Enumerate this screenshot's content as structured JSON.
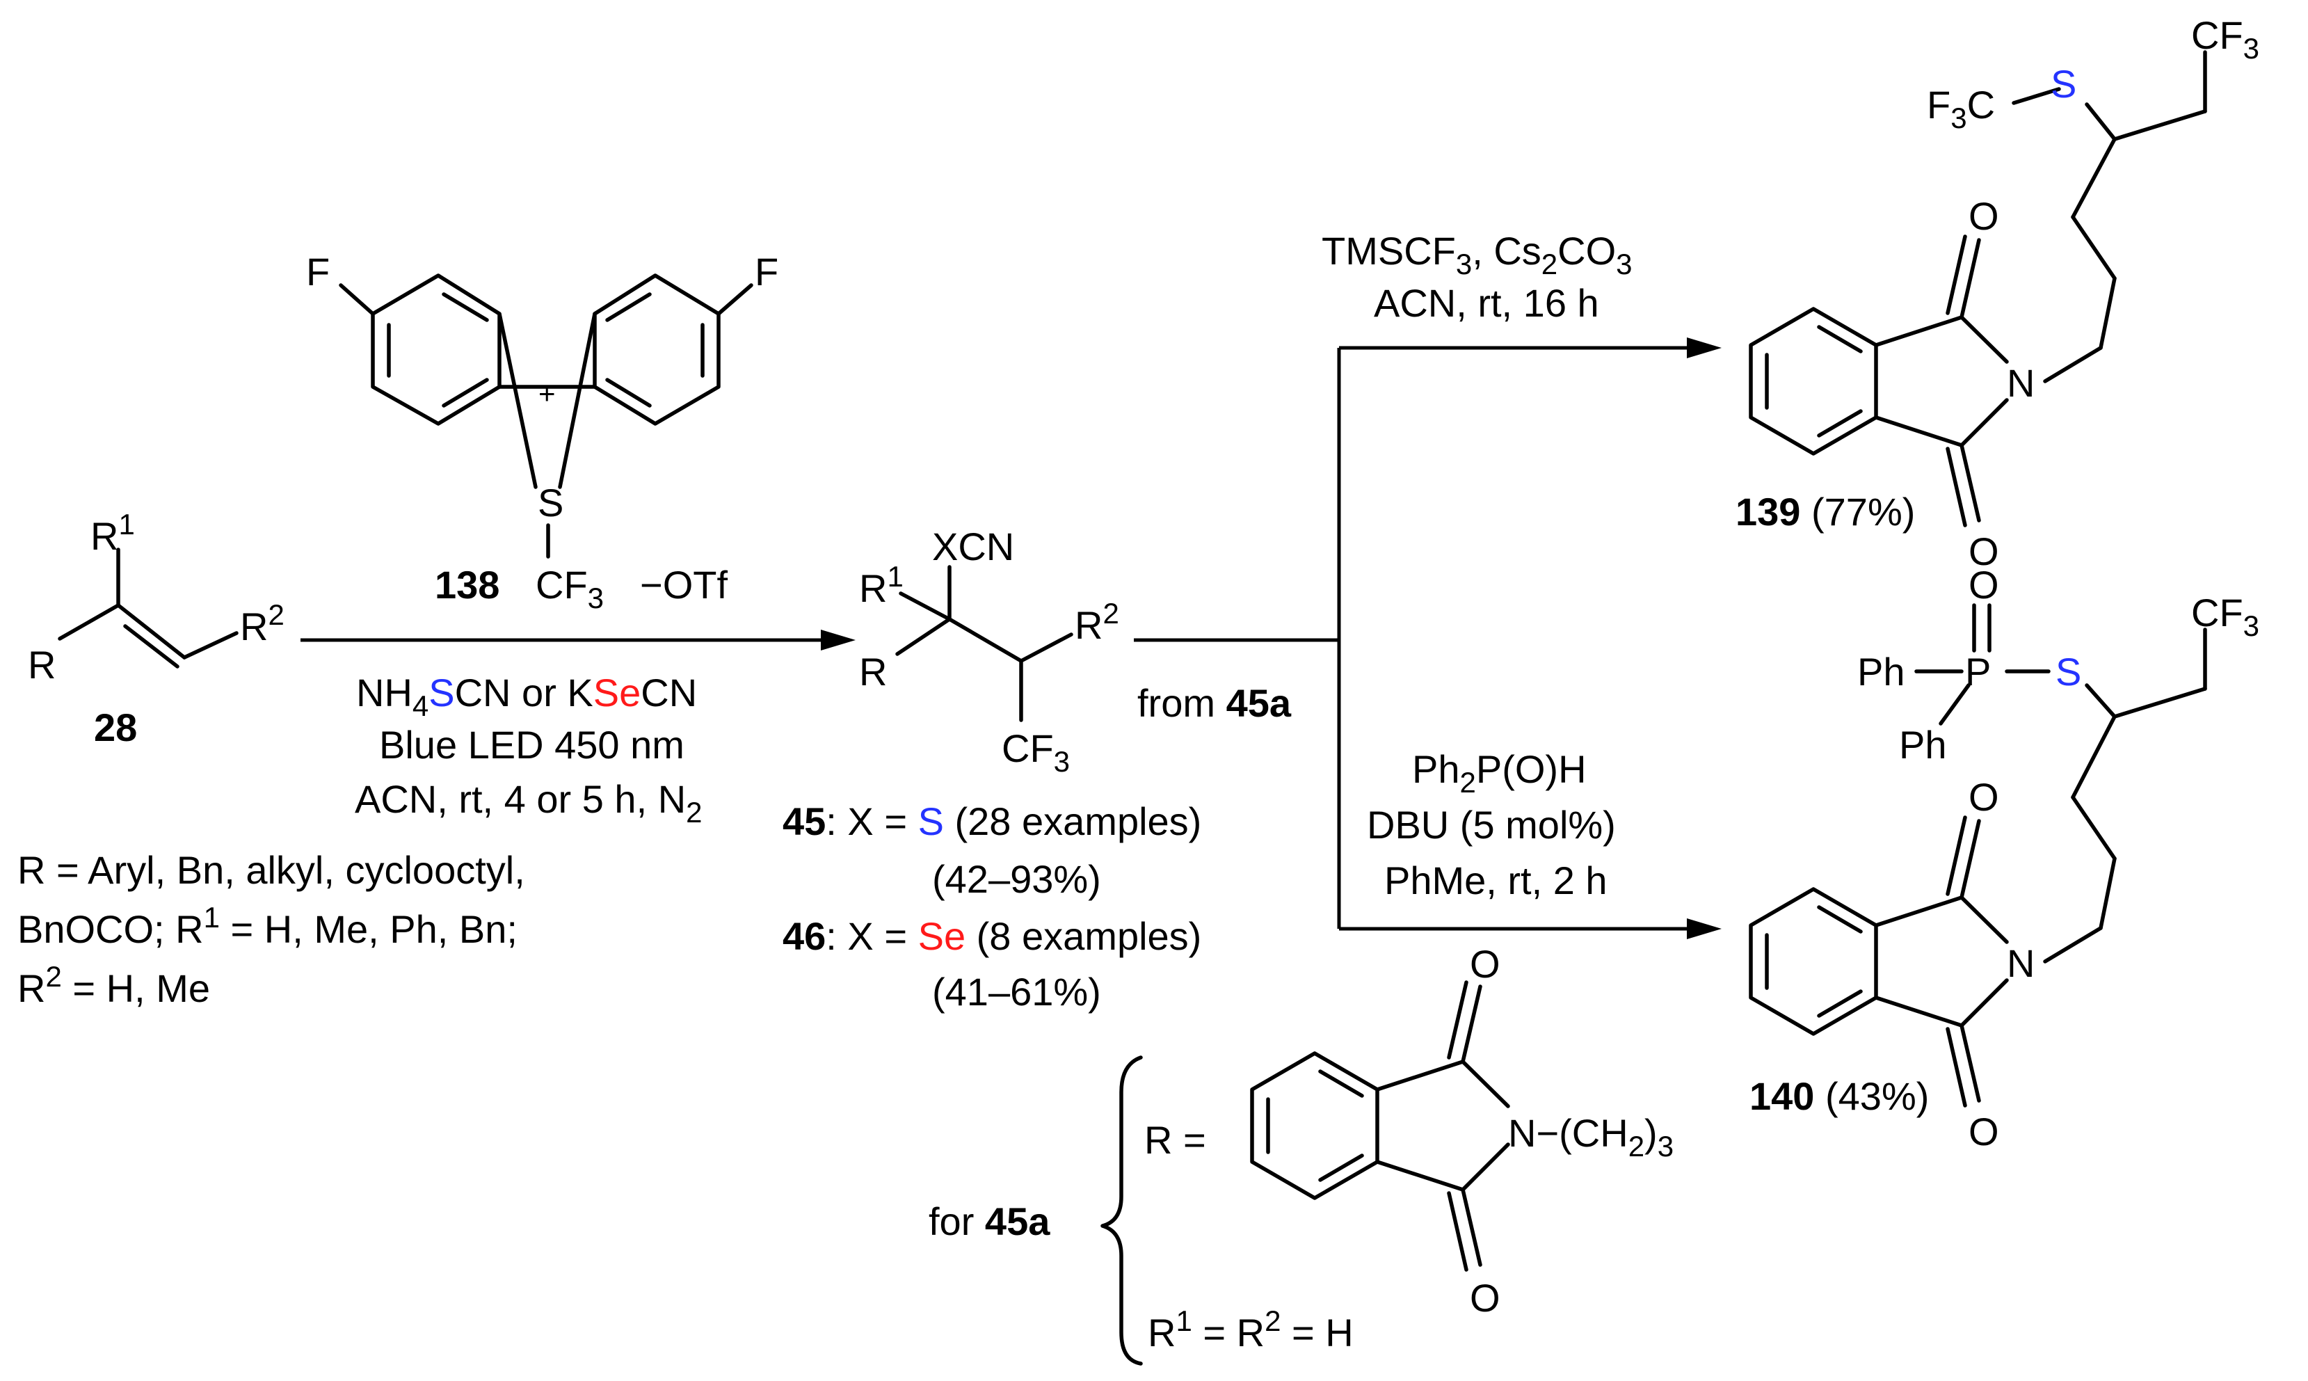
{
  "colors": {
    "sulfur": "#2433ff",
    "selenium": "#ff1a1a",
    "ink": "#000000"
  },
  "atoms": {
    "F": "F",
    "S": "S",
    "N": "N",
    "O": "O",
    "P": "P",
    "R": "R",
    "plus": "+",
    "minus": "−",
    "OTf": "OTf",
    "Ph": "Ph",
    "CF": "CF",
    "three": "3",
    "one": "1",
    "two": "2",
    "XCN": "XCN",
    "F3C_F": "F",
    "F3C_3": "3",
    "F3C_C": "C"
  },
  "compounds": {
    "c138": {
      "id": "138"
    },
    "c28": {
      "id": "28"
    },
    "c139": {
      "id": "139",
      "yield": "(77%)"
    },
    "c140": {
      "id": "140",
      "yield": "(43%)"
    }
  },
  "conditions": {
    "main": {
      "reagent_a_pre": "NH",
      "reagent_a_sub": "4",
      "reagent_a_S": "S",
      "reagent_a_post": "CN or K",
      "reagent_b_Se": "Se",
      "reagent_b_post": "CN",
      "light": "Blue LED 450 nm",
      "line3": "ACN, rt, 4 or 5 h, N",
      "line3_sub": "2"
    },
    "top": {
      "l1_a": "TMSCF",
      "l1_sub1": "3",
      "l1_b": ", Cs",
      "l1_sub2": "2",
      "l1_c": "CO",
      "l1_sub3": "3",
      "l2": "ACN, rt, 16 h"
    },
    "bottom": {
      "l1_a": "Ph",
      "l1_sub": "2",
      "l1_b": "P(O)H",
      "l2": "DBU (5 mol%)",
      "l3": "PhMe, rt, 2 h"
    },
    "from_label": "from ",
    "from_bold": "45a"
  },
  "scope": {
    "line1": "R = Aryl, Bn, alkyl, cyclooctyl,",
    "line2_a": "BnOCO; R",
    "line2_sup": "1",
    "line2_b": " = H, Me, Ph, Bn;",
    "line3_a": "R",
    "line3_sup": "2",
    "line3_b": " = H, Me"
  },
  "products_45_46": {
    "p45_id": "45",
    "p45_a": ": X = ",
    "p45_S": "S",
    "p45_b": " (28 examples)",
    "p45_yield": "(42–93%)",
    "p46_id": "46",
    "p46_a": ": X = ",
    "p46_Se": "Se",
    "p46_b": " (8 examples)",
    "p46_yield": "(41–61%)"
  },
  "footnote": {
    "for": "for ",
    "for_bold": "45a",
    "r_eq": "R =",
    "chain": "N−(CH",
    "chain_sub": "2",
    "chain_end": ")",
    "chain_sub2": "3",
    "r1r2_a": "R",
    "r1r2_sup1": "1",
    "r1r2_b": " = R",
    "r1r2_sup2": "2",
    "r1r2_c": " = H"
  }
}
